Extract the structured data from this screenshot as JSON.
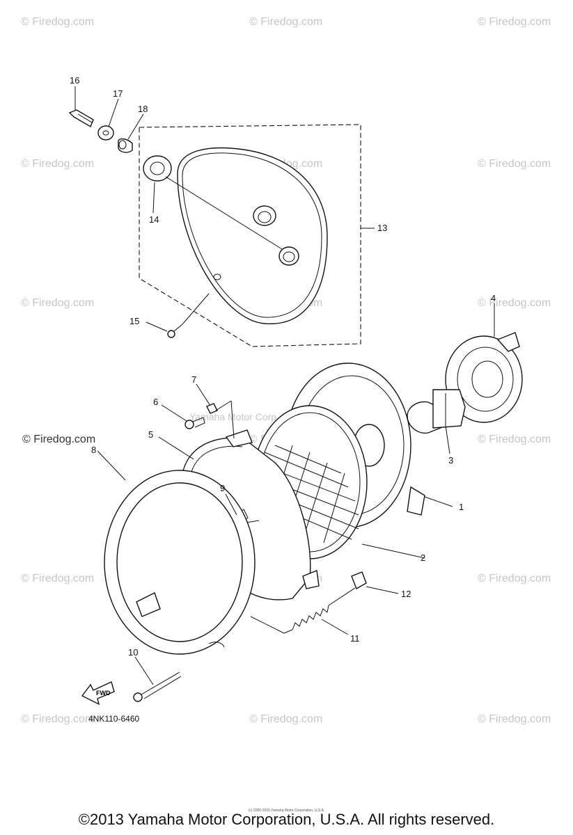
{
  "watermark": {
    "text": "© Firedog.com",
    "large_text": "© Firedog.com"
  },
  "inner_watermark": "Yamaha Motor Corp. U.S.A.",
  "callouts": {
    "c1": "1",
    "c2": "2",
    "c3": "3",
    "c4": "4",
    "c5": "5",
    "c6": "6",
    "c7": "7",
    "c8": "8",
    "c9": "9",
    "c10": "10",
    "c11": "11",
    "c12": "12",
    "c13": "13",
    "c14": "14",
    "c15": "15",
    "c16": "16",
    "c17": "17",
    "c18": "18"
  },
  "fwd_label": "FWD",
  "part_code": "4NK110-6460",
  "footer": {
    "small": "(c) 2005-2015 Yamaha Motor Corporation, U.S.A.",
    "copyright": "©2013 Yamaha Motor Corporation, U.S.A. All rights reserved."
  },
  "colors": {
    "line": "#111111",
    "watermark": "#c6c6c6",
    "background": "#ffffff"
  }
}
